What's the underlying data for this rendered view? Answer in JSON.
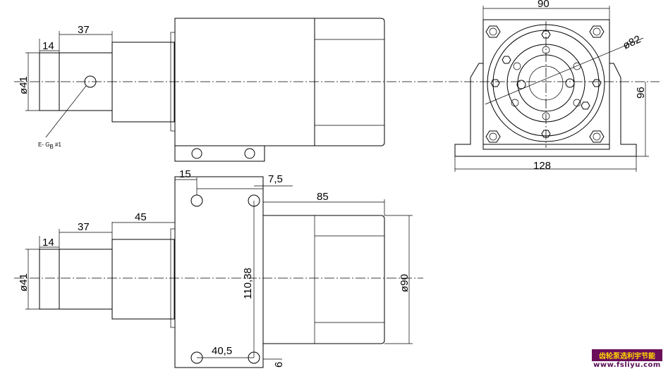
{
  "top_view": {
    "dim_37": "37",
    "dim_14": "14",
    "dim_41": "ø41",
    "note_prefix": "E- ",
    "note_main": "G",
    "note_sub": "B",
    "note_suffix": " #1"
  },
  "end_view": {
    "dim_90": "90",
    "dim_82": "ø82",
    "dim_96": "96",
    "dim_128": "128"
  },
  "bottom_view": {
    "dim_15": "15",
    "dim_7_5": "7,5",
    "dim_85": "85",
    "dim_37": "37",
    "dim_45": "45",
    "dim_14": "14",
    "dim_41": "ø41",
    "dim_110_38": "110,38",
    "dim_90": "ø90",
    "dim_40_5": "40,5",
    "dim_6": "6"
  },
  "watermark": {
    "title": "齿轮泵选利宇节能",
    "url": "www.fsliyu.com"
  }
}
